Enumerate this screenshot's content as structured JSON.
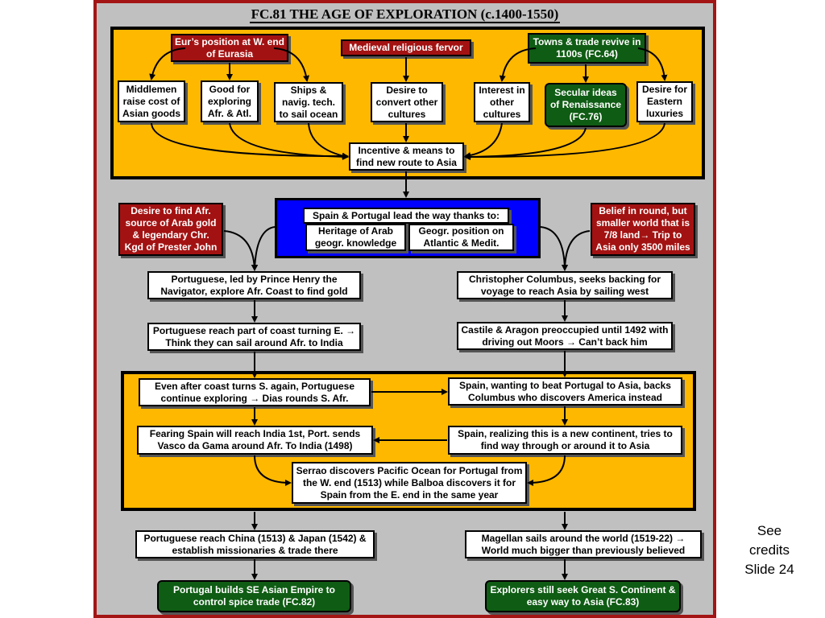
{
  "title": "FC.81 THE AGE OF EXPLORATION (c.1400-1550)",
  "top": {
    "euro_position": "Eur’s position at W. end of Eurasia",
    "religious_fervor": "Medieval religious fervor",
    "towns_trade": "Towns  & trade revive in 1100s (FC.64)",
    "middlemen": "Middlemen raise cost of Asian goods",
    "good_exploring": "Good for exploring Afr. & Atl.",
    "ships": "Ships & navig. tech. to sail ocean",
    "desire_convert": "Desire to convert other cultures",
    "interest_cultures": "Interest in other cultures",
    "secular_ideas": "Secular ideas of Renaissance (FC.76)",
    "desire_luxuries": "Desire for Eastern luxuries",
    "incentive": "Incentive & means to find new route to Asia"
  },
  "middle": {
    "desire_gold": "Desire to find Afr. source of Arab gold & legendary Chr. Kgd of Prester John",
    "spain_portugal": "Spain & Portugal lead the way thanks to:",
    "heritage": "Heritage of Arab geogr. knowledge",
    "geogr_position": "Geogr. position on Atlantic & Medit.",
    "belief_round": "Belief in round, but smaller world that is 7/8 land→ Trip to Asia only 3500 miles",
    "portuguese_henry": "Portuguese, led by Prince Henry the Navigator, explore Afr. Coast to find gold",
    "columbus_backing": "Christopher Columbus, seeks backing for voyage to reach Asia by sailing west",
    "coast_turning": "Portuguese reach part of coast turning E. → Think they can sail around Afr. to India",
    "castile_aragon": "Castile & Aragon preoccupied until 1492 with driving out Moors → Can’t  back him"
  },
  "lower": {
    "coast_turns_s": "Even after coast turns S. again, Portuguese continue exploring → Dias rounds S. Afr.",
    "spain_backs": "Spain, wanting to beat Portugal to Asia, backs Columbus who discovers America instead",
    "da_gama": "Fearing Spain  will reach India 1st, Port. sends Vasco da Gama around  Afr. To India (1498)",
    "new_continent": "Spain, realizing this is a new continent, tries to find way through or around it to Asia",
    "serrao": "Serrao discovers Pacific Ocean for Portugal from the W. end (1513) while Balboa discovers it for Spain from the E. end in the same year"
  },
  "bottom": {
    "china_japan": "Portuguese reach China (1513) & Japan (1542) & establish missionaries & trade there",
    "magellan": "Magellan sails around the world (1519-22) → World much bigger than previously believed",
    "se_asian_empire": "Portugal builds SE Asian Empire to control spice trade  (FC.82)",
    "great_continent": "Explorers still seek Great S. Continent & easy way to Asia (FC.83)"
  },
  "credits_note": "See credits Slide 24",
  "colors": {
    "frame": "#a31515",
    "panel": "#ffb800",
    "red": "#a31212",
    "green": "#0f5c14",
    "blue": "#0000ff"
  }
}
